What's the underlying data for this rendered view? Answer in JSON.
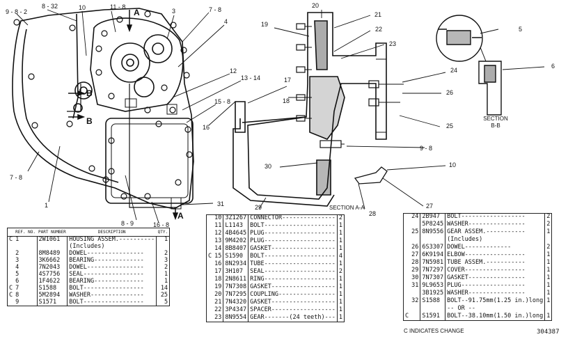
{
  "callouts": {
    "c9_8_2": "9 - 8 - 2",
    "c8_32": "8 - 32",
    "c10_top": "10",
    "c11_8": "11 - 8",
    "c3": "3",
    "c7_8_top": "7 - 8",
    "c4": "4",
    "c12": "12",
    "c13_14": "13 - 14",
    "c15_8": "15 - 8",
    "c16": "16",
    "c17": "17",
    "c18": "18",
    "c19": "19",
    "c20": "20",
    "c21": "21",
    "c22": "22",
    "c23": "23",
    "c24": "24",
    "c25": "25",
    "c26": "26",
    "c27": "27",
    "c28": "28",
    "c29": "29",
    "c30": "30",
    "c31": "31",
    "c9_8_mid": "9 - 8",
    "c10_mid": "10",
    "c7_8_left": "7 - 8",
    "c1": "1",
    "c8_9": "8 - 9",
    "c16_8": "16 - 8",
    "c5": "5",
    "c6": "6",
    "sect_a_top": "A",
    "sect_a_bottom": "A",
    "sect_b_left": "B",
    "sect_b_right": "B"
  },
  "section_bb": [
    "SECTION",
    "B-B"
  ],
  "section_aa": "SECTION A-A",
  "table1": {
    "headers": [
      "REF. NO.",
      "PART NUMBER",
      "DESCRIPTION",
      "QTY."
    ],
    "rows": [
      {
        "c": "C",
        "ref": "1",
        "part": "2W1061",
        "desc": "HOUSING ASSEM.----------",
        "qty": "1"
      },
      {
        "c": "",
        "ref": "",
        "part": "",
        "desc": "(Includes)",
        "qty": ""
      },
      {
        "c": "",
        "ref": "2",
        "part": "8M8489",
        "desc": "DOWEL----------------",
        "qty": "2"
      },
      {
        "c": "",
        "ref": "3",
        "part": "3K6662",
        "desc": "BEARING--------------",
        "qty": "3"
      },
      {
        "c": "",
        "ref": "4",
        "part": "7N2043",
        "desc": "DOWEL----------------",
        "qty": "2"
      },
      {
        "c": "",
        "ref": "5",
        "part": "4S7756",
        "desc": "SEAL-----------------",
        "qty": "1"
      },
      {
        "c": "",
        "ref": "6",
        "part": "1F4622",
        "desc": "BEARING--------------",
        "qty": "1"
      },
      {
        "c": "C",
        "ref": "7",
        "part": "S1588",
        "desc": "BOLT-----------------",
        "qty": "14"
      },
      {
        "c": "C",
        "ref": "8",
        "part": "5M2894",
        "desc": "WASHER---------------",
        "qty": "25"
      },
      {
        "c": "",
        "ref": "9",
        "part": "S1571",
        "desc": "BOLT-----------------",
        "qty": "5"
      }
    ]
  },
  "table2": {
    "rows": [
      {
        "c": "",
        "ref": "10",
        "part": "3Z1267",
        "desc": "CONNECTOR---------------",
        "qty": "2"
      },
      {
        "c": "",
        "ref": "11",
        "part": "L1143",
        "desc": "BOLT--------------------",
        "qty": "1"
      },
      {
        "c": "",
        "ref": "12",
        "part": "4B4645",
        "desc": "PLUG--------------------",
        "qty": "1"
      },
      {
        "c": "",
        "ref": "13",
        "part": "9M4202",
        "desc": "PLUG--------------------",
        "qty": "1"
      },
      {
        "c": "",
        "ref": "14",
        "part": "8B8407",
        "desc": "GASKET------------------",
        "qty": "1"
      },
      {
        "c": "C",
        "ref": "15",
        "part": "S1590",
        "desc": "BOLT--------------------",
        "qty": "4"
      },
      {
        "c": "",
        "ref": "16",
        "part": "8N2934",
        "desc": "TUBE--------------------",
        "qty": "1"
      },
      {
        "c": "",
        "ref": "17",
        "part": "3H107",
        "desc": "SEAL--------------------",
        "qty": "2"
      },
      {
        "c": "",
        "ref": "18",
        "part": "2N8611",
        "desc": "RING--------------------",
        "qty": "1"
      },
      {
        "c": "",
        "ref": "19",
        "part": "7N7308",
        "desc": "GASKET------------------",
        "qty": "1"
      },
      {
        "c": "",
        "ref": "20",
        "part": "7N7295",
        "desc": "COUPLING----------------",
        "qty": "1"
      },
      {
        "c": "",
        "ref": "21",
        "part": "7N4320",
        "desc": "GASKET------------------",
        "qty": "1"
      },
      {
        "c": "",
        "ref": "22",
        "part": "3P4347",
        "desc": "SPACER------------------",
        "qty": "1"
      },
      {
        "c": "",
        "ref": "23",
        "part": "8N9554",
        "desc": "GEAR-------(24 teeth)---",
        "qty": "1"
      }
    ]
  },
  "table3": {
    "rows": [
      {
        "c": "",
        "ref": "24",
        "part": "2B947",
        "desc": "BOLT------------------",
        "qty": "2"
      },
      {
        "c": "",
        "ref": "",
        "part": "5P8245",
        "desc": "WASHER----------------",
        "qty": "2"
      },
      {
        "c": "",
        "ref": "25",
        "part": "8N9556",
        "desc": "GEAR ASSEM.-----------",
        "qty": "1"
      },
      {
        "c": "",
        "ref": "",
        "part": "",
        "desc": "(Includes)",
        "qty": ""
      },
      {
        "c": "",
        "ref": "26",
        "part": "6S3307",
        "desc": "DOWEL-------------",
        "qty": "2"
      },
      {
        "c": "",
        "ref": "27",
        "part": "6K9194",
        "desc": "ELBOW-----------------",
        "qty": "1"
      },
      {
        "c": "",
        "ref": "28",
        "part": "7N5981",
        "desc": "TUBE ASSEM.-----------",
        "qty": "1"
      },
      {
        "c": "",
        "ref": "29",
        "part": "7N7297",
        "desc": "COVER-----------------",
        "qty": "1"
      },
      {
        "c": "",
        "ref": "30",
        "part": "7N7307",
        "desc": "GASKET----------------",
        "qty": "1"
      },
      {
        "c": "",
        "ref": "31",
        "part": "9L9653",
        "desc": "PLUG------------------",
        "qty": "1"
      },
      {
        "c": "",
        "ref": "",
        "part": "3B1925",
        "desc": "WASHER----------------",
        "qty": "1"
      },
      {
        "c": "",
        "ref": "32",
        "part": "S1588",
        "desc": "BOLT--91.75mm(1.25 in.)long",
        "qty": "1"
      },
      {
        "c": "",
        "ref": "",
        "part": "",
        "desc": "-- OR --",
        "qty": ""
      },
      {
        "c": "C",
        "ref": "",
        "part": "S1591",
        "desc": "BOLT--38.10mm(1.50 in.)long",
        "qty": "1"
      }
    ]
  },
  "footer_note": "C INDICATES CHANGE",
  "doc_code": "304387"
}
